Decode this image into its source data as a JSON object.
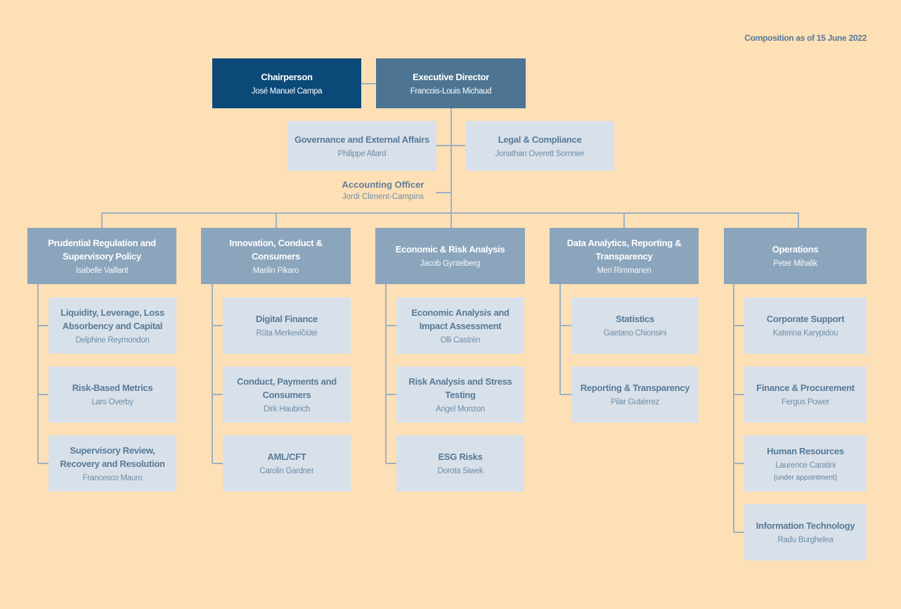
{
  "composition_note": "Composition as of 15 June 2022",
  "chairperson": {
    "title": "Chairperson",
    "name": "José Manuel Campa"
  },
  "executive_director": {
    "title": "Executive Director",
    "name": "Francois-Louis Michaud"
  },
  "governance": {
    "title": "Governance and External Affairs",
    "name": "Philippe Allard"
  },
  "legal": {
    "title": "Legal & Compliance",
    "name": "Jonathan Overett Somnier"
  },
  "accounting": {
    "title": "Accounting Officer",
    "name": "Jordi Climent-Campins"
  },
  "departments": [
    {
      "title": "Prudential Regulation and Supervisory Policy",
      "name": "Isabelle Vaillant",
      "units": [
        {
          "title": "Liquidity, Leverage, Loss Absorbency and Capital",
          "name": "Delphine Reymondon"
        },
        {
          "title": "Risk-Based Metrics",
          "name": "Lars Overby"
        },
        {
          "title": "Supervisory Review, Recovery and Resolution",
          "name": "Francesco Mauro"
        }
      ]
    },
    {
      "title": "Innovation, Conduct & Consumers",
      "name": "Marilin Pikaro",
      "units": [
        {
          "title": "Digital Finance",
          "name": "Rūta Merkevičiūtė"
        },
        {
          "title": "Conduct, Payments and Consumers",
          "name": "Dirk Haubrich"
        },
        {
          "title": "AML/CFT",
          "name": "Carolin Gardner"
        }
      ]
    },
    {
      "title": "Economic & Risk Analysis",
      "name": "Jacob Gyntelberg",
      "units": [
        {
          "title": "Economic Analysis and Impact Assessment",
          "name": "Olli Castrén"
        },
        {
          "title": "Risk Analysis and Stress Testing",
          "name": "Angel Monzon"
        },
        {
          "title": "ESG Risks",
          "name": "Dorota Siwek"
        }
      ]
    },
    {
      "title": "Data Analytics, Reporting & Transparency",
      "name": "Meri Rimmanen",
      "units": [
        {
          "title": "Statistics",
          "name": "Gaetano Chionsini"
        },
        {
          "title": "Reporting & Transparency",
          "name": "Pilar Gutiérrez"
        }
      ]
    },
    {
      "title": "Operations",
      "name": "Peter Mihalik",
      "units": [
        {
          "title": "Corporate Support",
          "name": "Katerina Karypidou"
        },
        {
          "title": "Finance & Procurement",
          "name": "Fergus Power"
        },
        {
          "title": "Human Resources",
          "name": "Laurence Caratini",
          "note": "(under appointment)"
        },
        {
          "title": "Information Technology",
          "name": "Radu Burghelea"
        }
      ]
    }
  ],
  "colors": {
    "background": "#fee0b6",
    "chairperson_box": "#0b4a78",
    "executive_box": "#4d7593",
    "department_box": "#8ba5bc",
    "unit_box": "#d8e1ea",
    "connector": "#9eb0c2"
  }
}
